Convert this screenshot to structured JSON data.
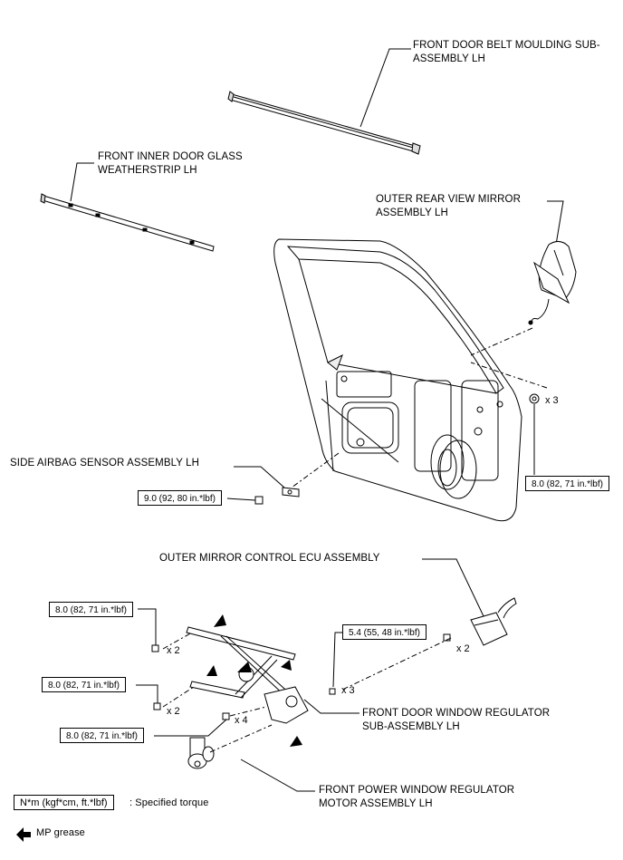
{
  "labels": {
    "belt_moulding_l1": "FRONT DOOR BELT MOULDING SUB-",
    "belt_moulding_l2": "ASSEMBLY LH",
    "inner_glass_l1": "FRONT INNER DOOR GLASS",
    "inner_glass_l2": "WEATHERSTRIP LH",
    "mirror_l1": "OUTER REAR VIEW MIRROR",
    "mirror_l2": "ASSEMBLY LH",
    "airbag_sensor": "SIDE AIRBAG SENSOR ASSEMBLY LH",
    "mirror_ecu": "OUTER MIRROR CONTROL ECU ASSEMBLY",
    "regulator_l1": "FRONT DOOR WINDOW REGULATOR",
    "regulator_l2": "SUB-ASSEMBLY LH",
    "motor_l1": "FRONT POWER WINDOW REGULATOR",
    "motor_l2": "MOTOR ASSEMBLY LH"
  },
  "torques": {
    "mirror_nut": "8.0 (82, 71 in.*lbf)",
    "airbag_bolt": "9.0 (92, 80 in.*lbf)",
    "reg_upper": "8.0 (82, 71 in.*lbf)",
    "reg_mid": "8.0 (82, 71 in.*lbf)",
    "reg_lower": "8.0 (82, 71 in.*lbf)",
    "ecu_screw": "5.4 (55, 48 in.*lbf)"
  },
  "quantities": {
    "mirror_nut": "x 3",
    "reg_upper": "x 2",
    "reg_mid": "x 2",
    "reg_lower": "x 4",
    "ecu_screw": "x 2",
    "reg_screw": "x 3"
  },
  "legend": {
    "torque_unit": "N*m (kgf*cm, ft.*lbf)",
    "torque_desc": ": Specified torque",
    "grease": "MP grease"
  }
}
